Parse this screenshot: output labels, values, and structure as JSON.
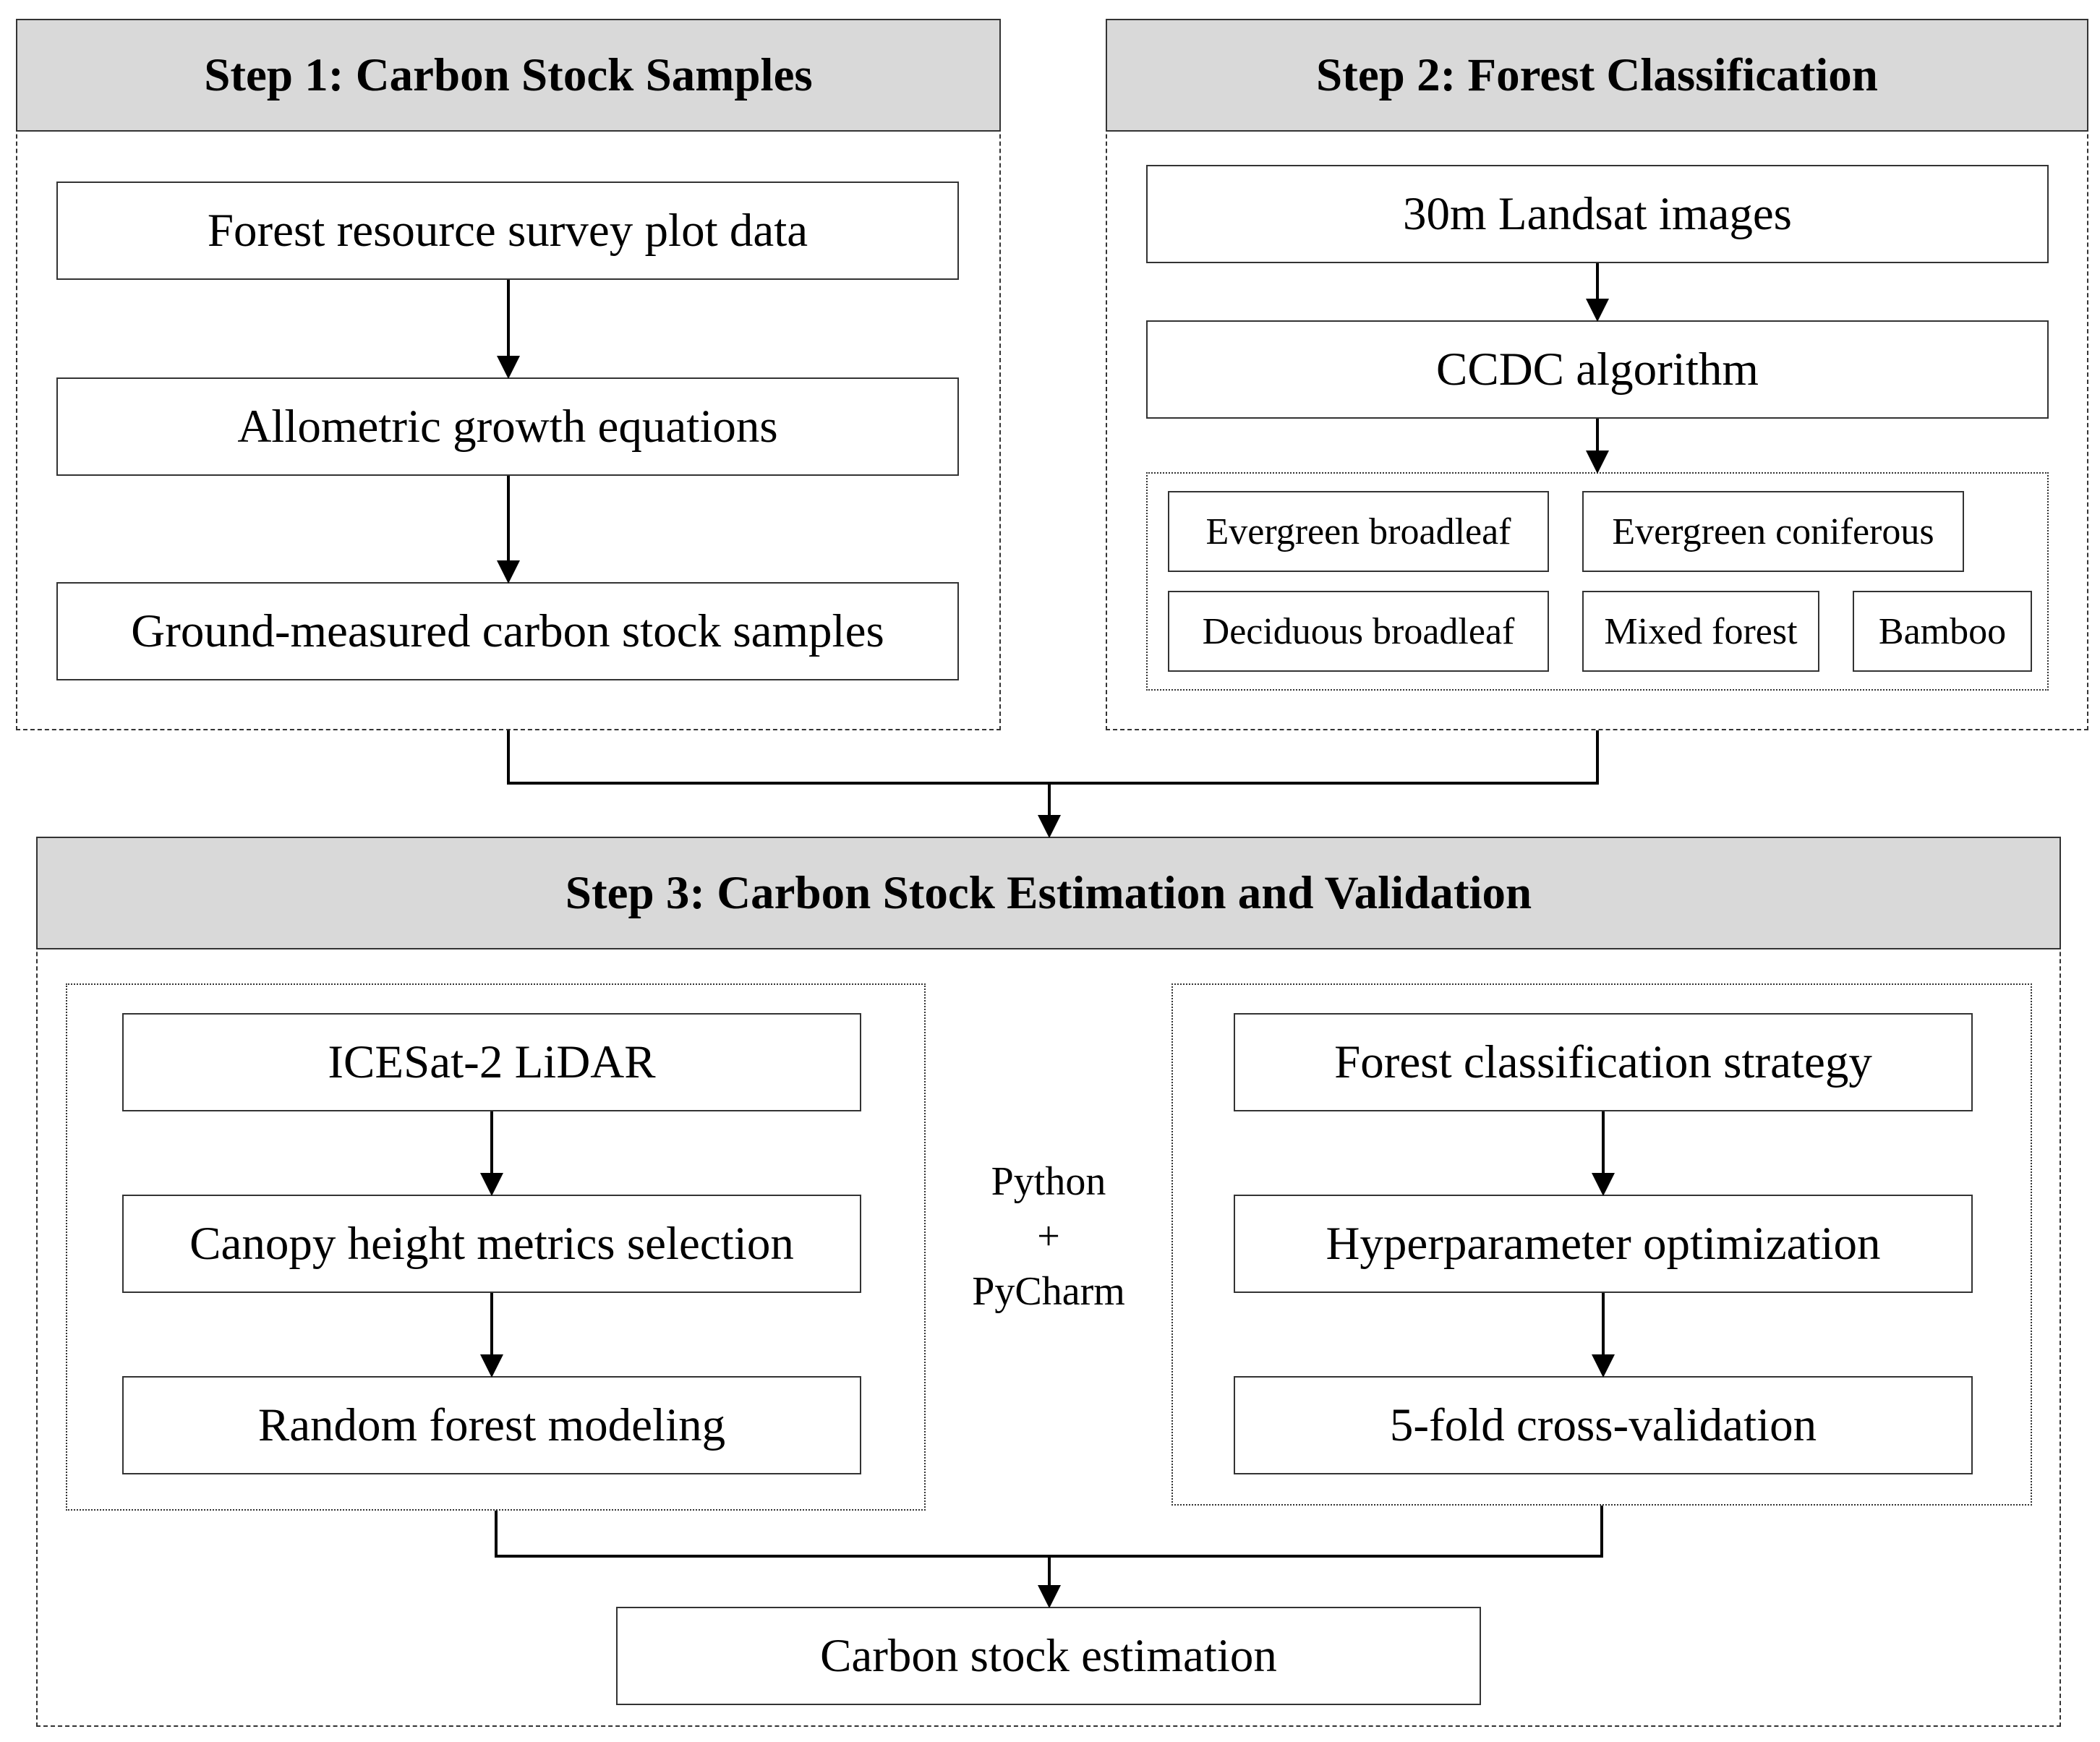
{
  "step1": {
    "title": "Step 1: Carbon Stock Samples",
    "boxes": [
      "Forest resource survey plot data",
      "Allometric growth equations",
      "Ground-measured carbon stock samples"
    ]
  },
  "step2": {
    "title": "Step 2: Forest Classification",
    "boxes": [
      "30m Landsat images",
      "CCDC algorithm"
    ],
    "forest_types": [
      "Evergreen broadleaf",
      "Evergreen coniferous",
      "Deciduous broadleaf",
      "Mixed forest",
      "Bamboo"
    ]
  },
  "step3": {
    "title": "Step 3: Carbon Stock Estimation and Validation",
    "left_boxes": [
      "ICESat-2 LiDAR",
      "Canopy height metrics selection",
      "Random forest modeling"
    ],
    "right_boxes": [
      "Forest classification strategy",
      "Hyperparameter optimization",
      "5-fold cross-validation"
    ],
    "tools": [
      "Python",
      "+",
      "PyCharm"
    ],
    "output": "Carbon stock estimation"
  }
}
